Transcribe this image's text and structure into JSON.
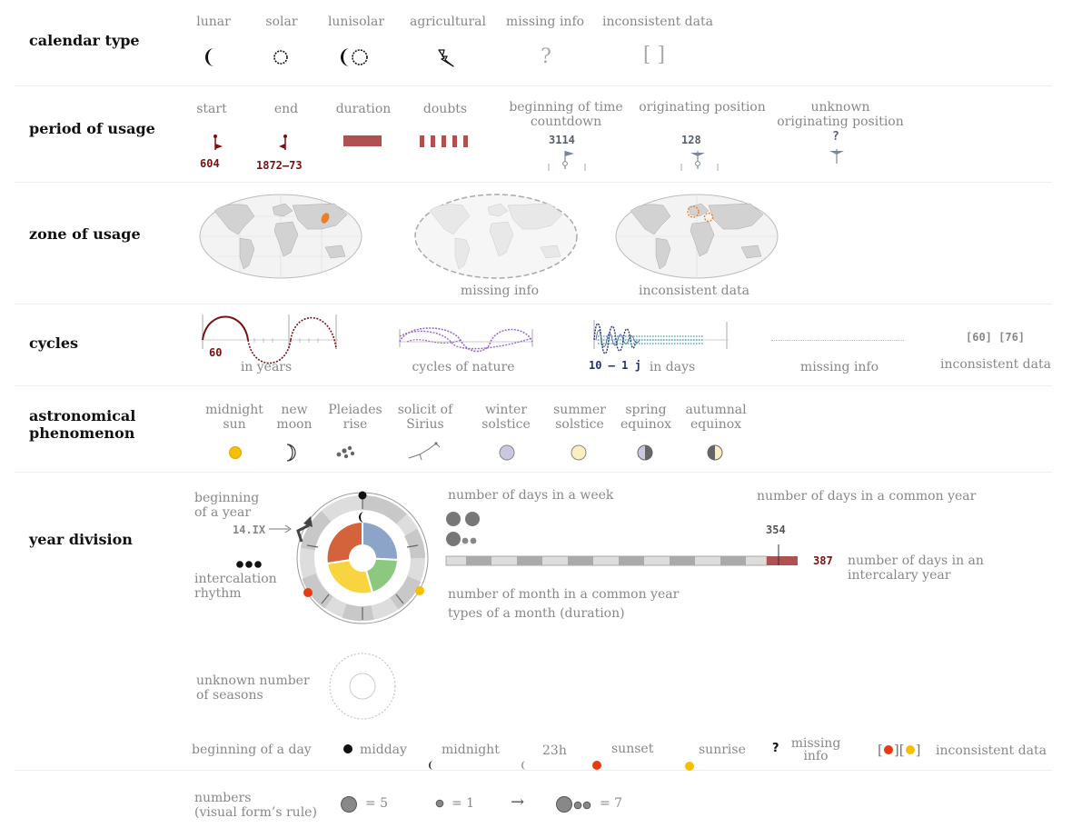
{
  "sections": {
    "calendar_type": "calendar type",
    "period_of_usage": "period of usage",
    "zone_of_usage": "zone of usage",
    "cycles": "cycles",
    "astronomical_1": "astronomical",
    "astronomical_2": "phenomenon",
    "year_division": "year division"
  },
  "calendar_type": {
    "lunar": "lunar",
    "solar": "solar",
    "lunisolar": "lunisolar",
    "agricultural": "agricultural",
    "missing_info": "missing info",
    "inconsistent_data": "inconsistent data",
    "missing_glyph": "?",
    "inconsistent_glyph": "[ ]"
  },
  "period": {
    "start": "start",
    "end": "end",
    "duration": "duration",
    "doubts": "doubts",
    "countdown_1": "beginning of time",
    "countdown_2": "countdown",
    "origin": "originating position",
    "unknown_1": "unknown",
    "unknown_2": "originating position",
    "start_value": "604",
    "end_value": "1872–73",
    "countdown_value": "3114",
    "origin_value": "128",
    "unknown_value": "?"
  },
  "zone": {
    "missing_info": "missing info",
    "inconsistent_data": "inconsistent data"
  },
  "cycles": {
    "years_value": "60",
    "in_years": "in years",
    "nature": "cycles of nature",
    "days_value": "10 – 1 j",
    "in_days": "in days",
    "missing_info": "missing info",
    "inconsistent_value": "[60] [76]",
    "inconsistent_data": "inconsistent data"
  },
  "astro": {
    "midnight_sun_1": "midnight",
    "midnight_sun_2": "sun",
    "new_moon_1": "new",
    "new_moon_2": "moon",
    "pleiades_1": "Pleiades",
    "pleiades_2": "rise",
    "sirius_1": "solicit of",
    "sirius_2": "Sirius",
    "winter_1": "winter",
    "winter_2": "solstice",
    "summer_1": "summer",
    "summer_2": "solstice",
    "spring_1": "spring",
    "spring_2": "equinox",
    "autumn_1": "autumnal",
    "autumn_2": "equinox"
  },
  "year": {
    "beginning_1": "beginning",
    "beginning_2": "of a year",
    "beginning_value": "14.IX",
    "intercalation_1": "intercalation",
    "intercalation_2": "rhythm",
    "days_week": "number of days in a week",
    "days_common": "number of days in a common year",
    "common_value": "354",
    "intercalary_value": "387",
    "intercalary_1": "number of days in an",
    "intercalary_2": "intercalary year",
    "months_1": "number of month in a common year",
    "months_2": "types of a month (duration)",
    "seasons_1": "unknown number",
    "seasons_2": "of seasons"
  },
  "day": {
    "beginning": "beginning of a day",
    "midday": "midday",
    "midnight": "midnight",
    "h23": "23h",
    "sunset": "sunset",
    "sunrise": "sunrise",
    "missing_1": "missing",
    "missing_2": "info",
    "missing_glyph": "?",
    "inconsistent": "inconsistent data",
    "bracket_open": "[",
    "bracket_mid": "][",
    "bracket_close": "]"
  },
  "numbers": {
    "label_1": "numbers",
    "label_2": "(visual form’s rule)",
    "eq5": "= 5",
    "eq1": "=  1",
    "arrow": "→",
    "eq7": "= 7"
  },
  "colors": {
    "dark_red": "#7a1010",
    "duration_bar": "#b05050",
    "purple": "#9a6ad0",
    "navy": "#263070",
    "teal": "#2aa0a0",
    "gold": "#f5c000",
    "red_orange": "#e83a10",
    "winter": "#c8c8e0",
    "summer": "#fbeec0",
    "wheel_red": "#d4623a",
    "wheel_blue": "#8ca4c8",
    "wheel_green": "#8cc880",
    "wheel_yellow": "#f8d440"
  }
}
